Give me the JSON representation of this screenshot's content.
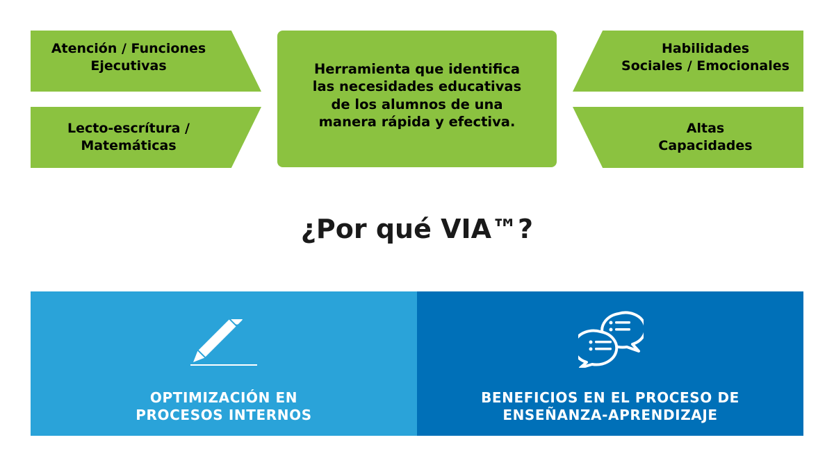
{
  "left_boxes": [
    {
      "text": "Atención / Funciones\nEjecutivas"
    },
    {
      "text": "Lecto-escrítura /\nMatemáticas"
    }
  ],
  "center_box": {
    "text": "Herramienta que identifica\nlas necesidades educativas\nde los alumnos de una\nmanera rápida y efectiva."
  },
  "right_boxes": [
    {
      "text": "Habilidades\nSociales / Emocionales"
    },
    {
      "text": "Altas\nCapacidades"
    }
  ],
  "title": "¿Por qué VIA™?",
  "panels": [
    {
      "label": "OPTIMIZACIÓN EN\nPROCESOS INTERNOS",
      "icon": "pencil-icon",
      "color": "#2aa3d9"
    },
    {
      "label": "BENEFICIOS EN EL PROCESO DE\nENSEÑANZA-APRENDIZAJE",
      "icon": "chat-bubbles-icon",
      "color": "#0070b8"
    }
  ],
  "colors": {
    "green": "#8bc240",
    "light_blue": "#2aa3d9",
    "dark_blue": "#0070b8"
  }
}
